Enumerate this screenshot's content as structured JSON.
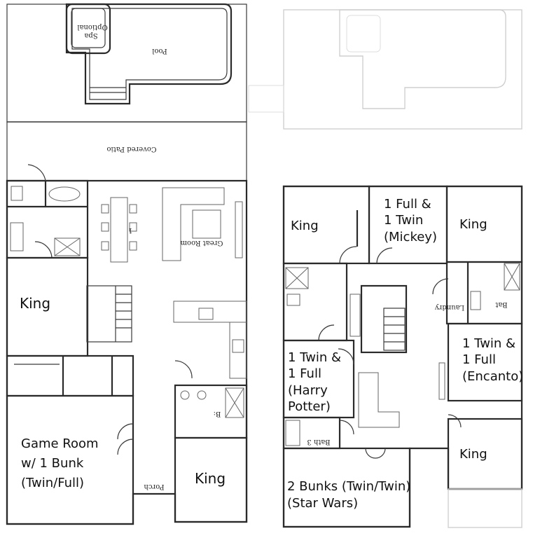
{
  "ground_floor": {
    "optional_spa": [
      "Optional",
      "Spa"
    ],
    "pool": "Pool",
    "covered_patio": "Covered Patio",
    "great_room": "Great Room",
    "king_1": "King",
    "game_room": [
      "Game Room",
      "w/ 1 Bunk",
      "(Twin/Full)"
    ],
    "porch": "Porch",
    "king_2": "King",
    "bath_b": "B:",
    "table_1": "1"
  },
  "second_floor": {
    "king_nw": "King",
    "mickey": [
      "1 Full &",
      "1 Twin",
      "(Mickey)"
    ],
    "king_ne": "King",
    "laundry": "Laundry",
    "bath_bat": "Bat",
    "encanto": [
      "1 Twin &",
      "1 Full",
      "(Encanto)"
    ],
    "harry_potter": [
      "1 Twin &",
      "1 Full",
      "(Harry",
      "Potter)"
    ],
    "bath_3": "Bath 3",
    "king_se": "King",
    "star_wars": [
      "2 Bunks (Twin/Twin)",
      "(Star Wars)"
    ]
  }
}
